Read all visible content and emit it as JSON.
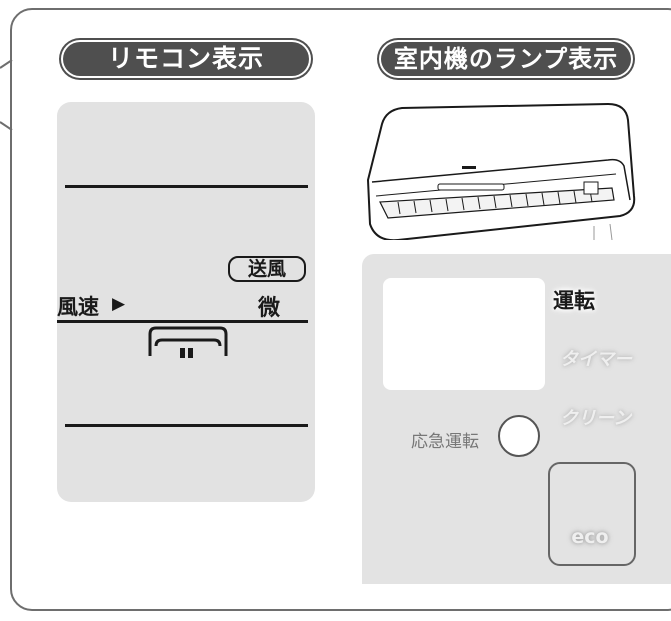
{
  "headers": {
    "remote": "リモコン表示",
    "indoor": "室内機のランプ表示"
  },
  "remote_display": {
    "mode": "送風",
    "fan_speed_label": "風速",
    "fan_speed_arrow": "▶",
    "fan_speed_value": "微"
  },
  "indoor_lamps": {
    "run": {
      "label": "運転",
      "state": "on"
    },
    "timer": {
      "label": "タイマー",
      "state": "off"
    },
    "clean": {
      "label": "クリーン",
      "state": "off"
    },
    "eco": {
      "label": "eco",
      "state": "off"
    },
    "emergency": {
      "label": "応急運転"
    }
  },
  "colors": {
    "header_bg": "#4f4f4f",
    "lcd_bg": "#e2e2e2",
    "panel_bg": "#e3e3e3"
  }
}
